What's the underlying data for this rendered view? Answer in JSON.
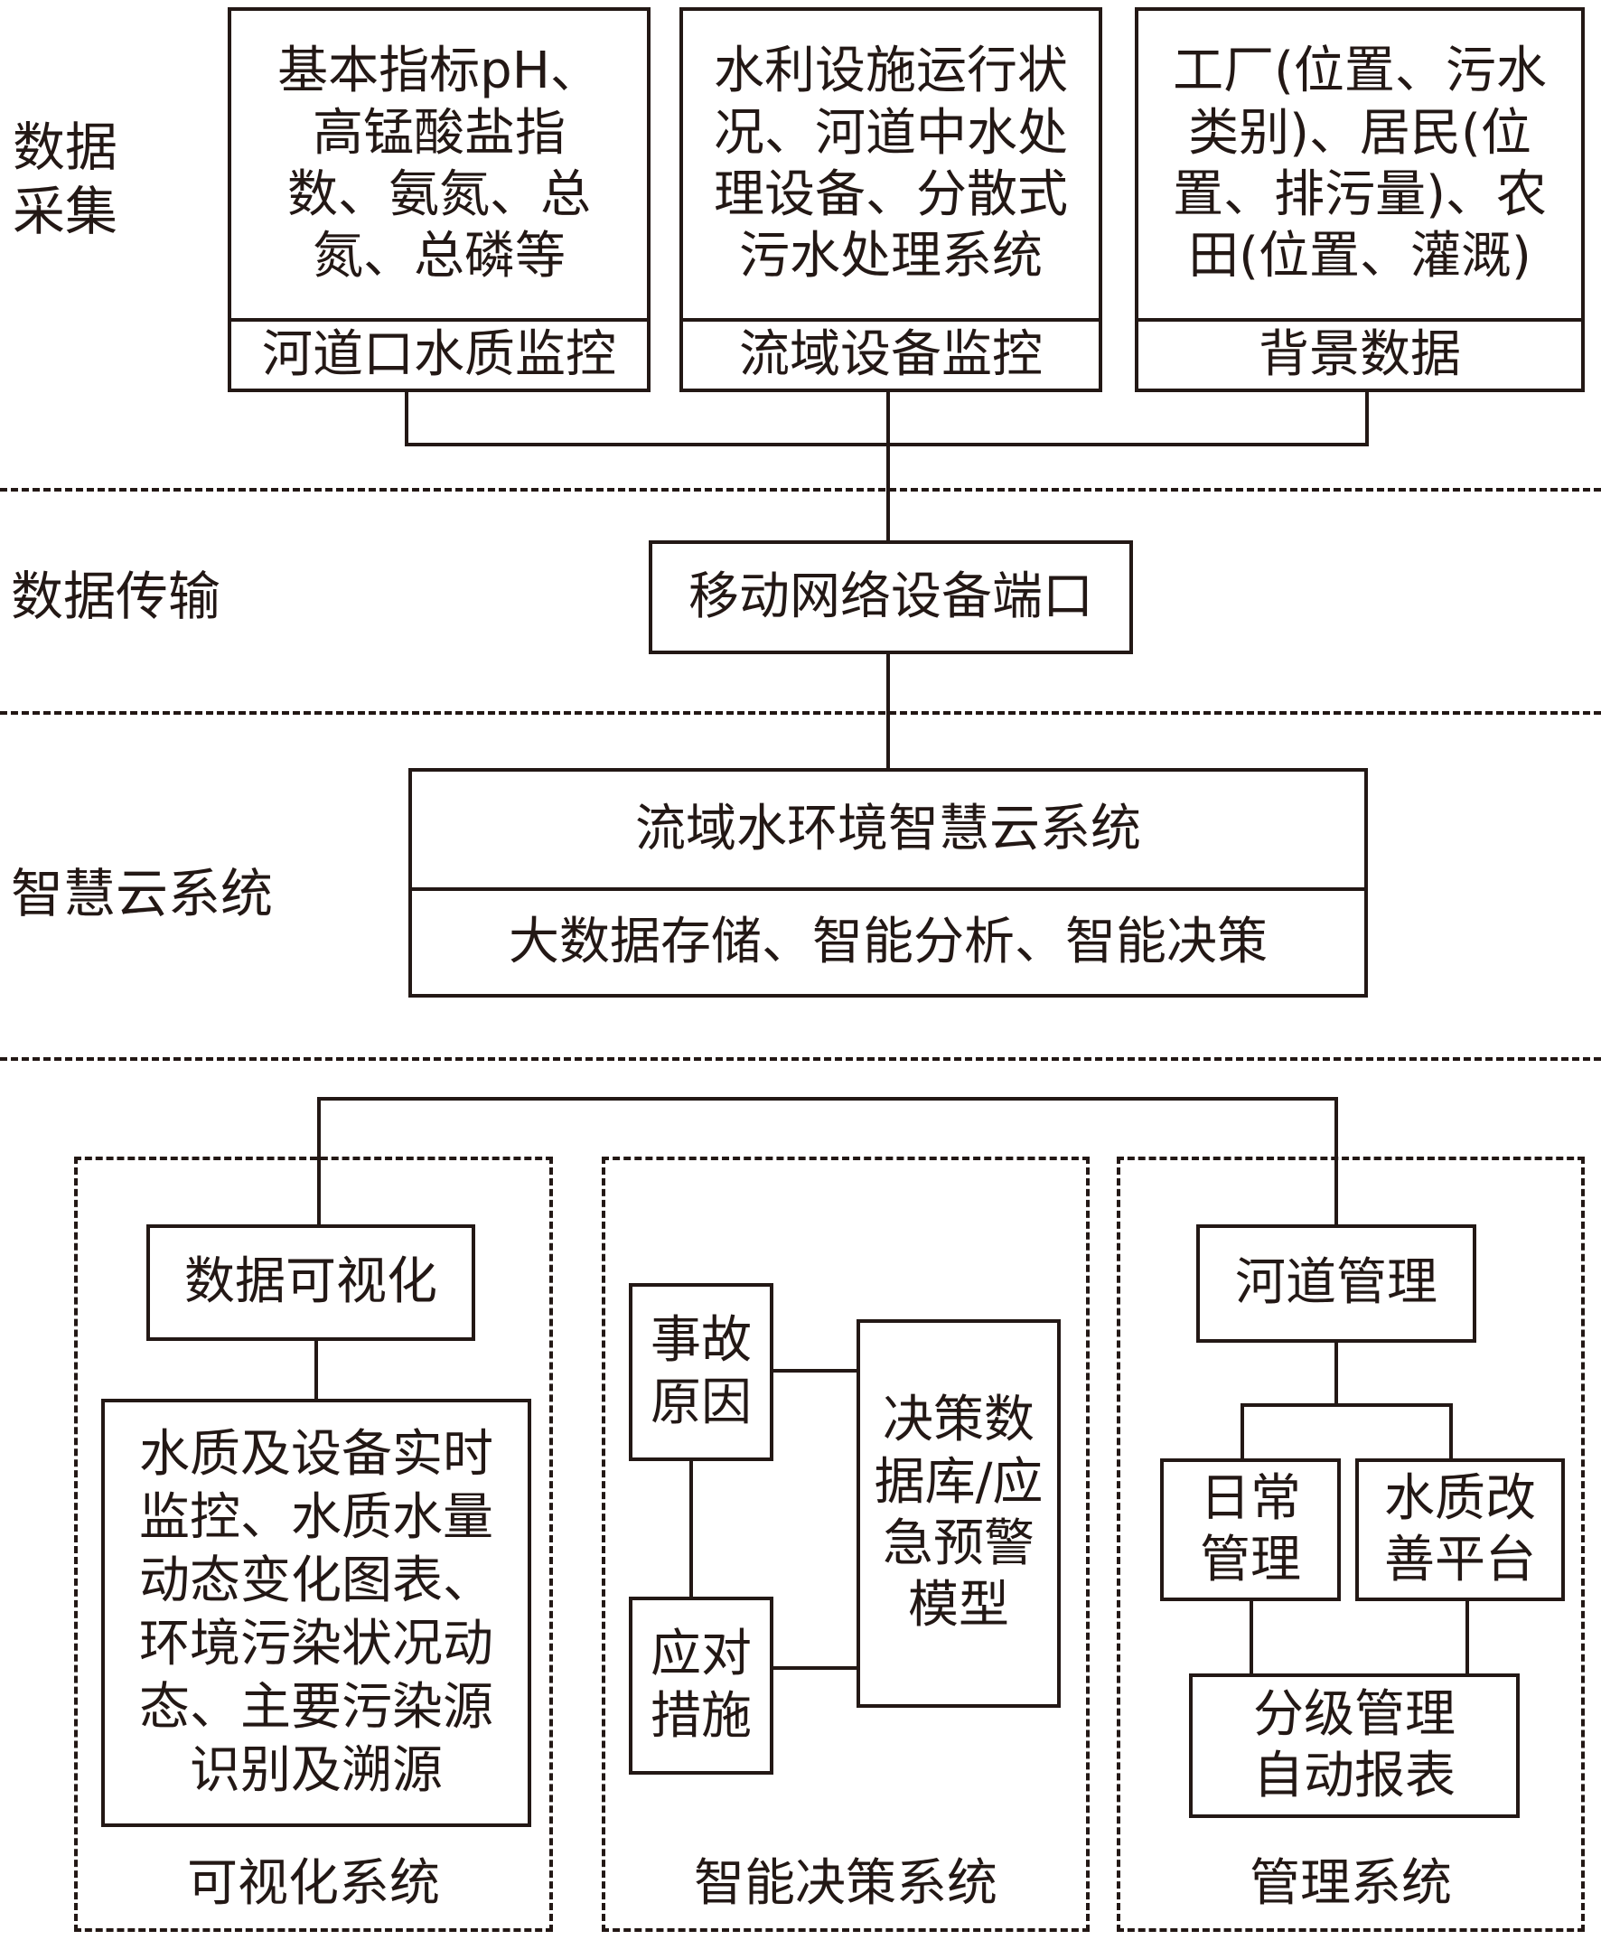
{
  "sections": {
    "collect": "数据\n采集",
    "transfer": "数据传输",
    "cloud": "智慧云系统"
  },
  "collect_boxes": [
    {
      "content": "基本指标pH、\n高锰酸盐指\n数、氨氮、总\n氮、总磷等",
      "title": "河道口水质监控"
    },
    {
      "content": "水利设施运行状\n况、河道中水处\n理设备、分散式\n污水处理系统",
      "title": "流域设备监控"
    },
    {
      "content": "工厂(位置、污水\n类别)、居民(位\n置、排污量)、农\n田(位置、灌溉)",
      "title": "背景数据"
    }
  ],
  "transfer_box": "移动网络设备端口",
  "cloud_box": {
    "title": "流域水环境智慧云系统",
    "sub": "大数据存储、智能分析、智能决策"
  },
  "visual": {
    "group_label": "可视化系统",
    "head": "数据可视化",
    "content": "水质及设备实时\n监控、水质水量\n动态变化图表、\n环境污染状况动\n态、主要污染源\n识别及溯源"
  },
  "decision": {
    "group_label": "智能决策系统",
    "cause": "事故\n原因",
    "measure": "应对\n措施",
    "model": "决策数\n据库/应\n急预警\n模型"
  },
  "manage": {
    "group_label": "管理系统",
    "head": "河道管理",
    "daily": "日常\n管理",
    "improve": "水质改\n善平台",
    "report": "分级管理\n自动报表"
  }
}
